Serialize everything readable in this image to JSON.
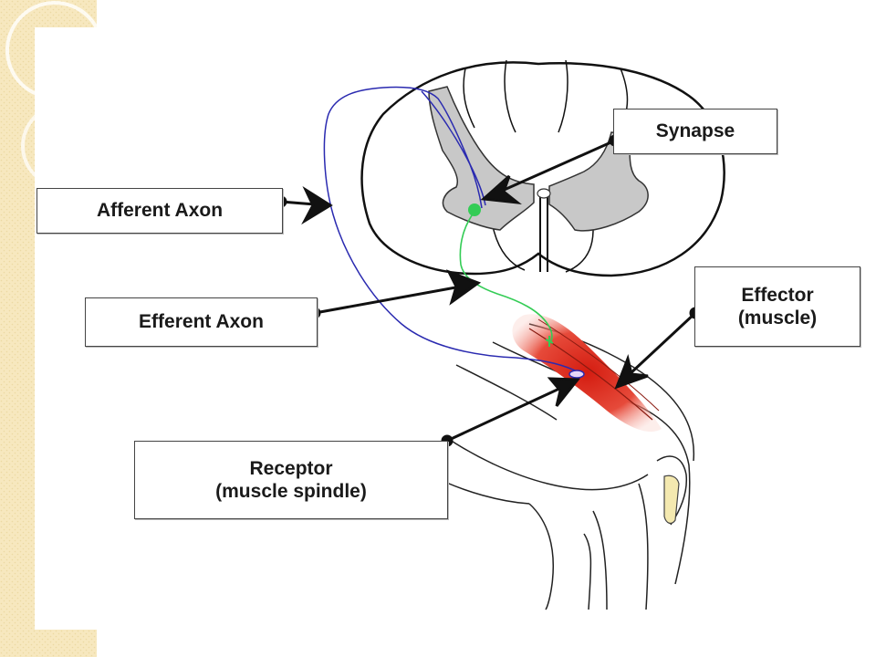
{
  "labels": {
    "afferent_axon": "Afferent Axon",
    "efferent_axon": "Efferent Axon",
    "synapse": "Synapse",
    "effector_line1": "Effector",
    "effector_line2": "(muscle)",
    "receptor_line1": "Receptor",
    "receptor_line2": "(muscle spindle)"
  },
  "colors": {
    "afferent_axon": "#2a2ab0",
    "efferent_axon": "#33cc55",
    "muscle": "#e23020",
    "gray_matter": "#c8c8c8",
    "slide_sidebar": "#f7e8bf",
    "outline": "#111111"
  },
  "icons": {
    "arrow": "arrow-icon",
    "pointer_dot": "pointer-dot-icon"
  }
}
